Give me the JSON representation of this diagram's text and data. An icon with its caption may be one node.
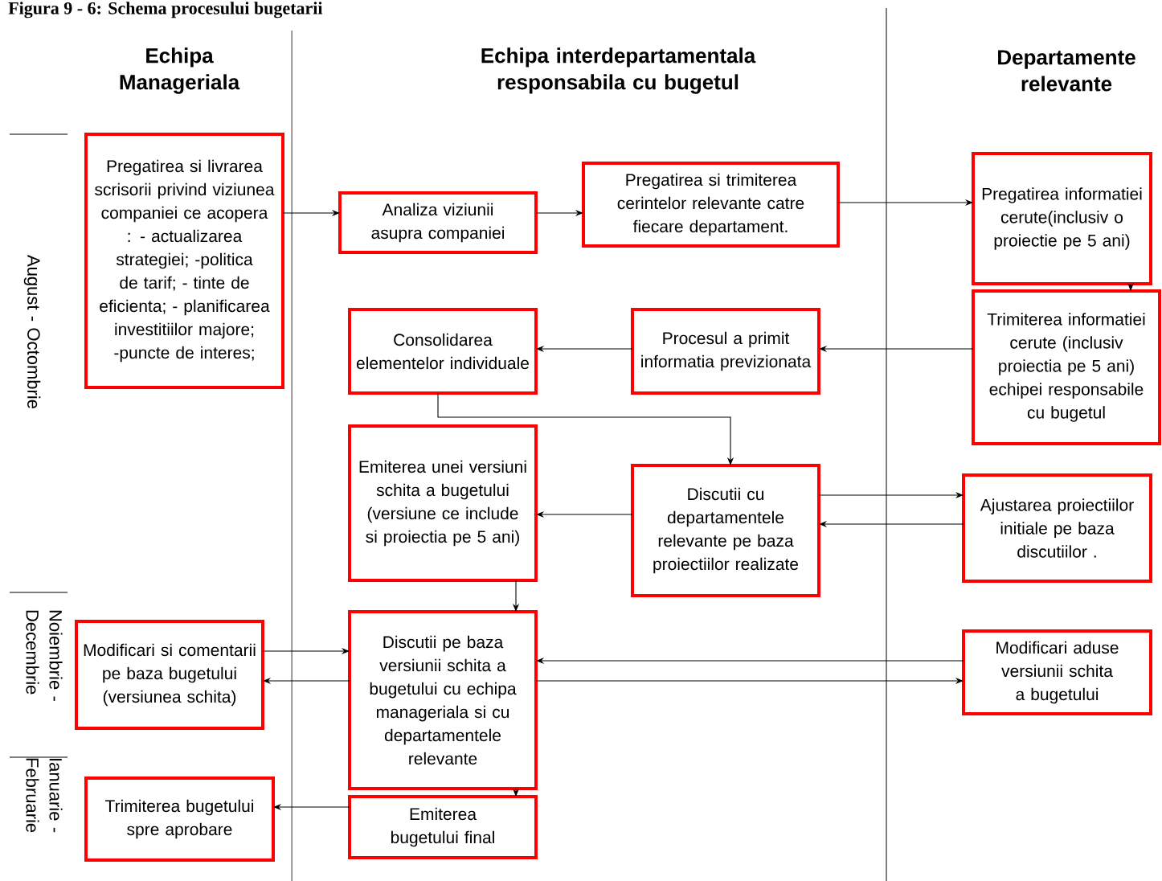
{
  "diagram": {
    "title": "Figura 9 - 6: Schema procesului bugetarii",
    "nodes": [
      {
        "text": [
          "Pregatirea si livrarea scrisorii privind viziunea companiei ce acopera : - actualizarea strategiei; -politica de tarif; - tinte de eficienta; - planificarea investitiilor majore; -puncte de interes;"
        ]
      },
      {
        "text": [
          "Analiza viziunii asupra companiei"
        ]
      },
      {
        "text": [
          "Pregatirea si trimiterea cerintelor relevante catre fiecare departament."
        ]
      },
      {
        "text": [
          "Pregatirea informatiei cerute(inclusiv o proiectie pe 5 ani)"
        ]
      },
      {
        "text": [
          "Trimiterea informatiei cerute (inclusiv proiectia pe 5 ani) echipei responsabile cu bugetul"
        ]
      },
      {
        "text": [
          "Procesul a primit informatia previzionata"
        ]
      },
      {
        "text": [
          "Consolidarea elementelor individuale"
        ]
      },
      {
        "text": [
          "Emiterea unei versiuni schita a bugetului (versiune ce include si proiectia pe 5 ani)"
        ]
      },
      {
        "text": [
          "Discutii cu departamentele relevante pe baza proiectiilor realizate"
        ]
      },
      {
        "text": [
          "Ajustarea proiectiilor initiale pe baza discutiilor ."
        ]
      },
      {
        "text": [
          "Modificari si comentarii pe baza bugetului (versiunea schita)"
        ]
      },
      {
        "text": [
          "Discutii pe baza versiunii schita a bugetului cu echipa manageriala si cu departamentele relevante"
        ]
      },
      {
        "text": [
          "Modificari aduse versiunii schita a bugetului"
        ]
      },
      {
        "text": [
          "Trimiterea bugetului spre aprobare"
        ]
      },
      {
        "text": [
          "Emiterea bugetului final"
        ]
      }
    ],
    "edges": [
      {
        "from": 0,
        "to": 1,
        "arrow": "to"
      },
      {
        "from": 1,
        "to": 2,
        "arrow": "to"
      },
      {
        "from": 2,
        "to": 3,
        "arrow": "to"
      },
      {
        "from": 3,
        "to": 4,
        "arrow": "to"
      },
      {
        "from": 4,
        "to": 5,
        "arrow": "to"
      },
      {
        "from": 5,
        "to": 6,
        "arrow": "to"
      },
      {
        "from": 6,
        "to": 8,
        "arrow": "to"
      },
      {
        "from": 8,
        "to": 9,
        "arrow": "to"
      },
      {
        "from": 9,
        "to": 8,
        "arrow": "to"
      },
      {
        "from": 8,
        "to": 7,
        "arrow": "to"
      },
      {
        "from": 7,
        "to": 11,
        "arrow": "to"
      },
      {
        "from": 10,
        "to": 11,
        "arrow": "to"
      },
      {
        "from": 11,
        "to": 10,
        "arrow": "to"
      },
      {
        "from": 12,
        "to": 11,
        "arrow": "to"
      },
      {
        "from": 11,
        "to": 12,
        "arrow": "to"
      },
      {
        "from": 11,
        "to": 14,
        "arrow": "to"
      },
      {
        "from": 14,
        "to": 13,
        "arrow": "to"
      }
    ],
    "labels": [
      "Echipa Manageriala",
      "Echipa interdepartamentala responsabila cu bugetul",
      "Departamente relevante",
      "August - Octombrie",
      "Noiembrie - Decembrie",
      "Ianuarie - Februarie"
    ]
  }
}
